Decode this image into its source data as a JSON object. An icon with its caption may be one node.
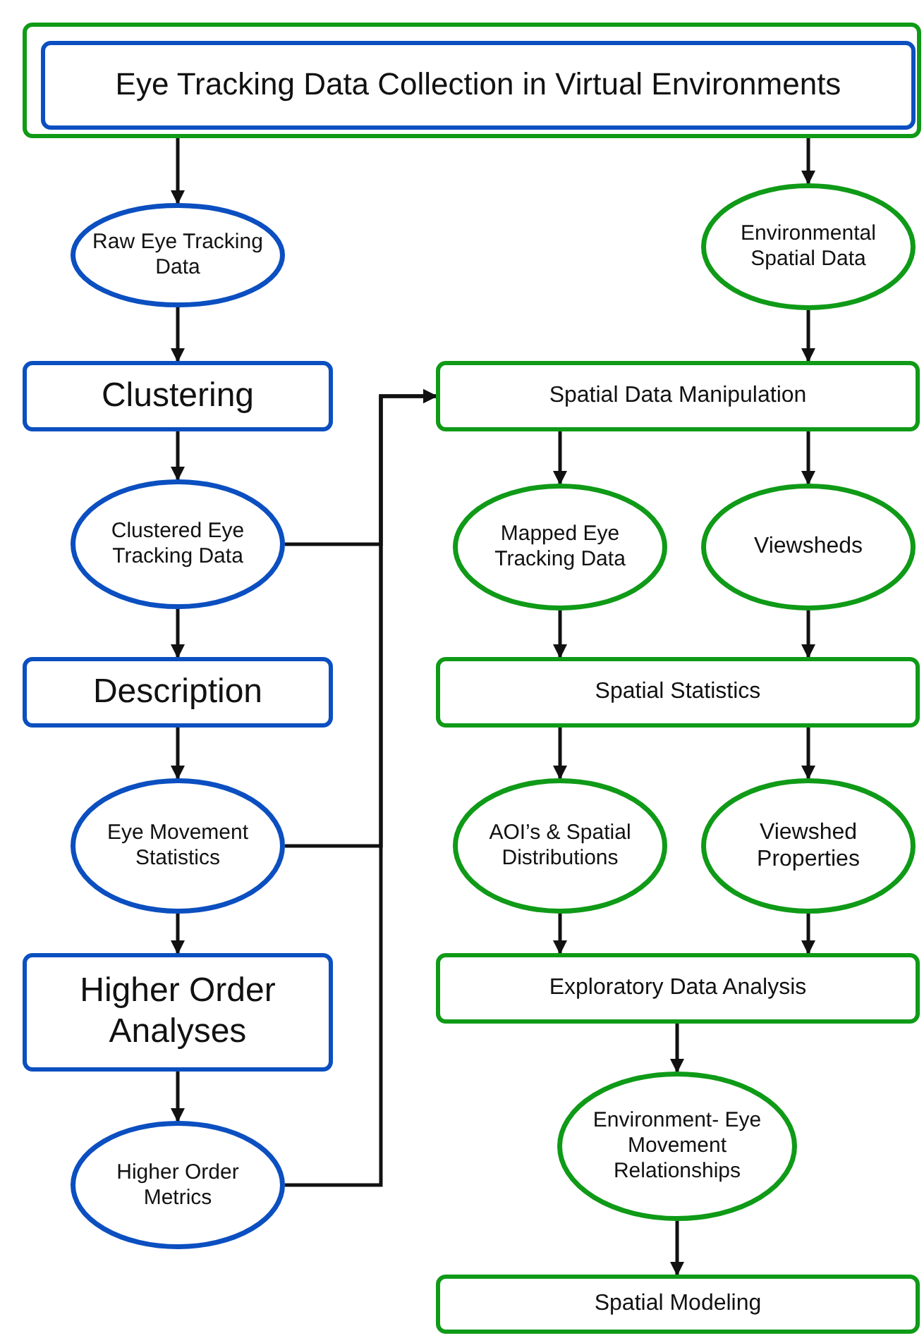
{
  "diagram": {
    "nodes": [
      {
        "text": [],
        "shape": "box"
      },
      {
        "text": [
          "Eye Tracking Data Collection in Virtual Environments"
        ],
        "in": 0
      },
      {
        "text": [
          "Raw Eye Tracking Data"
        ]
      },
      {
        "text": [
          "Environmental Spatial Data"
        ]
      },
      {
        "text": [
          "Clustering"
        ]
      },
      {
        "text": [
          "Spatial Data Manipulation"
        ]
      },
      {
        "text": [
          "Clustered Eye Tracking Data"
        ]
      },
      {
        "text": [
          "Mapped Eye Tracking Data"
        ]
      },
      {
        "text": [
          "Viewsheds"
        ]
      },
      {
        "text": [
          "Description"
        ]
      },
      {
        "text": [
          "Spatial Statistics"
        ]
      },
      {
        "text": [
          "Eye Movement Statistics"
        ]
      },
      {
        "text": [
          "AOI’s & Spatial Distributions"
        ]
      },
      {
        "text": [
          "Viewshed Properties"
        ]
      },
      {
        "text": [
          "Higher Order Analyses"
        ]
      },
      {
        "text": [
          "Exploratory Data Analysis"
        ]
      },
      {
        "text": [
          "Higher Order Metrics"
        ]
      },
      {
        "text": [
          "Environment- Eye Movement Relationships"
        ]
      },
      {
        "text": [
          "Spatial Modeling"
        ]
      }
    ],
    "edges": [
      {
        "from": 0,
        "to": 2,
        "arrow": "to"
      },
      {
        "from": 0,
        "to": 3,
        "arrow": "to"
      },
      {
        "from": 2,
        "to": 4,
        "arrow": "to"
      },
      {
        "from": 3,
        "to": 5,
        "arrow": "to"
      },
      {
        "from": 4,
        "to": 6,
        "arrow": "to"
      },
      {
        "from": 6,
        "to": 9,
        "arrow": "to"
      },
      {
        "from": 9,
        "to": 11,
        "arrow": "to"
      },
      {
        "from": 11,
        "to": 14,
        "arrow": "to"
      },
      {
        "from": 14,
        "to": 16,
        "arrow": "to"
      },
      {
        "from": 6,
        "to": 5,
        "arrow": "to"
      },
      {
        "from": 11,
        "to": 5,
        "arrow": "to"
      },
      {
        "from": 16,
        "to": 5,
        "arrow": "to"
      },
      {
        "from": 5,
        "to": 7,
        "arrow": "to"
      },
      {
        "from": 5,
        "to": 8,
        "arrow": "to"
      },
      {
        "from": 7,
        "to": 10,
        "arrow": "to"
      },
      {
        "from": 8,
        "to": 10,
        "arrow": "to"
      },
      {
        "from": 10,
        "to": 12,
        "arrow": "to"
      },
      {
        "from": 10,
        "to": 13,
        "arrow": "to"
      },
      {
        "from": 12,
        "to": 15,
        "arrow": "to"
      },
      {
        "from": 13,
        "to": 15,
        "arrow": "to"
      },
      {
        "from": 15,
        "to": 17,
        "arrow": "to"
      },
      {
        "from": 17,
        "to": 18,
        "arrow": "to"
      }
    ]
  }
}
